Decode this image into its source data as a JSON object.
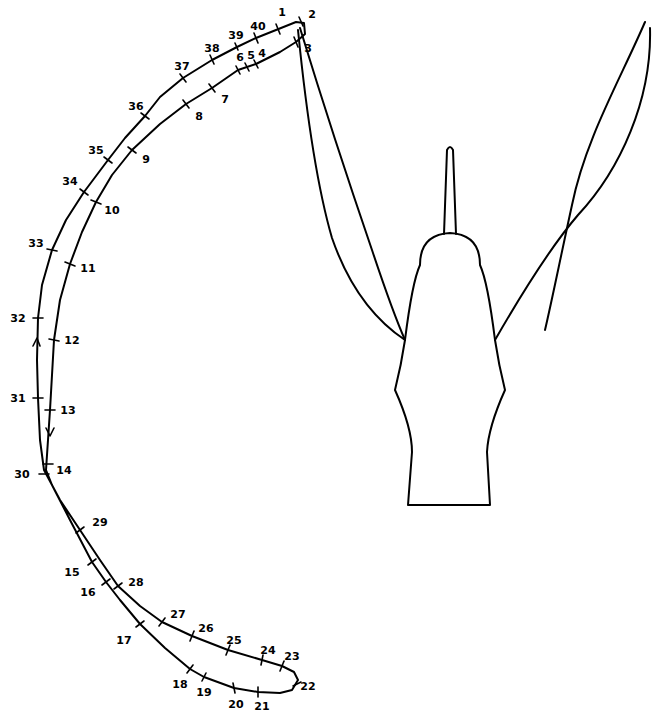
{
  "diagram": {
    "labels": [
      "1",
      "2",
      "3",
      "4",
      "5",
      "6",
      "7",
      "8",
      "9",
      "10",
      "11",
      "12",
      "13",
      "14",
      "15",
      "16",
      "17",
      "18",
      "19",
      "20",
      "21",
      "22",
      "23",
      "24",
      "25",
      "26",
      "27",
      "28",
      "29",
      "30",
      "31",
      "32",
      "33",
      "34",
      "35",
      "36",
      "37",
      "38",
      "39",
      "40"
    ]
  }
}
